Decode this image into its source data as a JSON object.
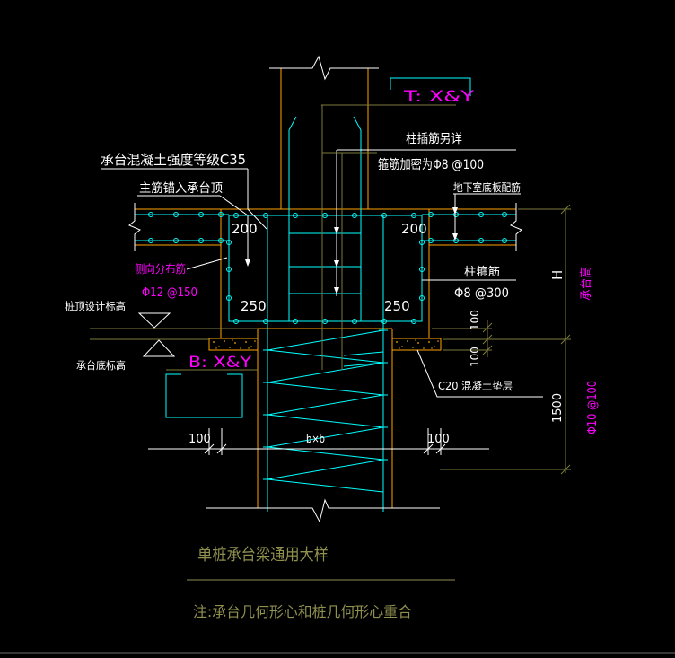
{
  "window": {
    "background": "#000000",
    "bottom_edge_line_color": "#6e6e6e"
  },
  "colors": {
    "concrete_outline": "#ffa500",
    "rebar": "#00ffff",
    "annotation": "#ffffff",
    "rebar_label": "#ff00ff",
    "dimension_line": "#7d7d3b",
    "title_text": "#90904f"
  },
  "callouts": {
    "concrete_grade": "承台混凝土强度等级C35",
    "main_bar_anchorage": "主筋锚入承台顶",
    "column_dowels": "柱插筋另详",
    "stirrup_densify": "箍筋加密为Φ8 @100",
    "basement_slab": "地下室底板配筋",
    "top_bars": "T: X&Y",
    "bottom_bars": "B: X&Y",
    "lateral_bars": "侧向分布筋",
    "lateral_bars_spec": "Φ12 @150",
    "pile_top_level": "桩顶设计标高",
    "cap_bottom_level": "承台底标高",
    "column_stirrups": "柱箍筋",
    "column_stirrups_spec": "Φ8 @300",
    "bedding": "C20 混凝土垫层",
    "pile_section": "b×b",
    "height_letter": "H",
    "cap_height": "承台高",
    "spiral_spec": "Φ10 @100"
  },
  "dimensions": {
    "top_embed_left": "200",
    "top_embed_right": "200",
    "bottom_embed_left": "250",
    "bottom_embed_right": "250",
    "bedding_overhang_left": "100",
    "bedding_overhang_right": "100",
    "pile_embed": "100",
    "bedding_thickness": "100",
    "spiral_zone": "1500"
  },
  "title_block": {
    "title": "单桩承台梁通用大样",
    "note": "注:承台几何形心和桩几何形心重合"
  }
}
